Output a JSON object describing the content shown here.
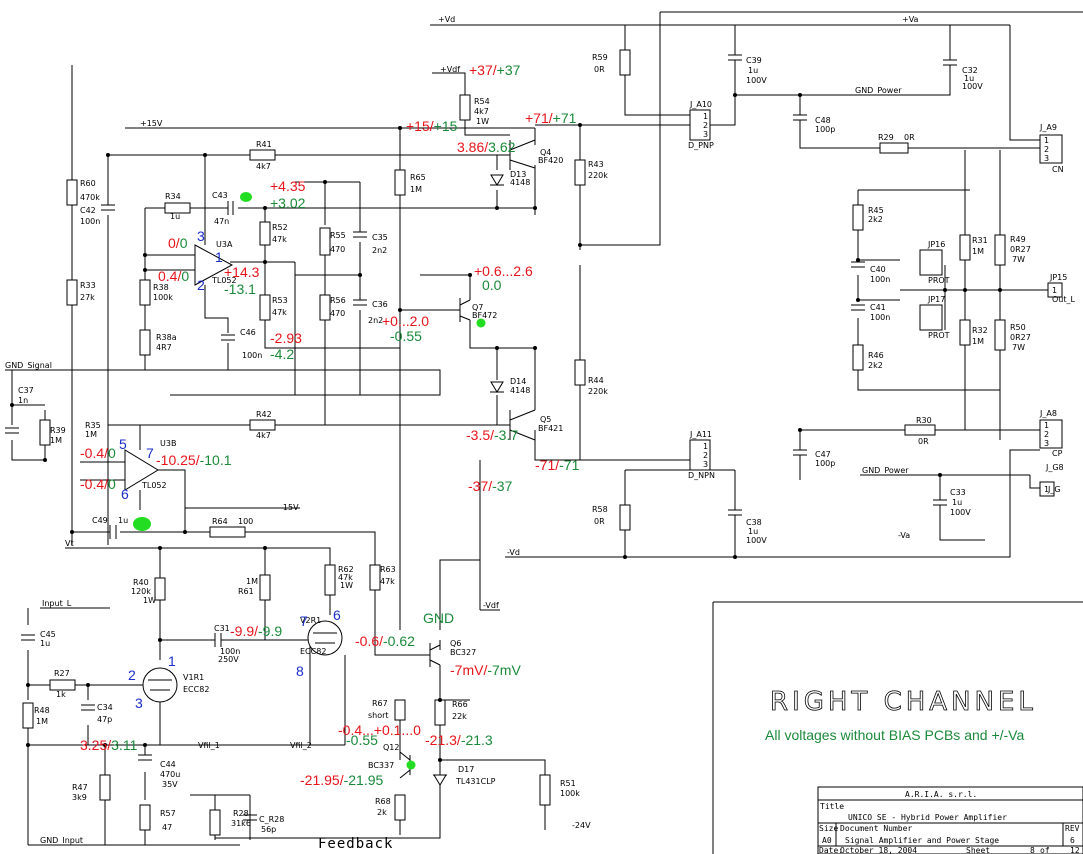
{
  "nets": {
    "vd_pos": "+Vd",
    "va_pos": "+Va",
    "vdf_pos": "+Vdf",
    "p15v": "+15V",
    "gnd_power_top": "GND_Power",
    "gnd_signal": "GND_Signal",
    "m15v": "-15V",
    "vt": "Vt",
    "input_l": "Input_L",
    "gnd_input": "GND_Input",
    "vd_neg": "-Vd",
    "vdf_neg": "-Vdf",
    "gnd_power_bot": "GND_Power",
    "va_neg": "-Va",
    "m24v": "-24V",
    "vfil1": "Vfil_1",
    "vfil2": "Vfil_2",
    "out_l": "Out_L"
  },
  "components": {
    "r59": [
      "R59",
      "0R"
    ],
    "c39": [
      "C39",
      "1u",
      "100V"
    ],
    "c32": [
      "C32",
      "1u",
      "100V"
    ],
    "j_a10": [
      "J_A10",
      "D_PNP"
    ],
    "j_a9": [
      "J_A9",
      "CN"
    ],
    "c48": [
      "C48",
      "100p"
    ],
    "r29": [
      "R29",
      "0R"
    ],
    "r54": [
      "R54",
      "4k7",
      "1W"
    ],
    "r60": [
      "R60",
      "470k"
    ],
    "c42": [
      "C42",
      "100n"
    ],
    "r41": [
      "R41",
      "4k7"
    ],
    "r34": [
      "R34",
      "1u"
    ],
    "c43": [
      "C43",
      "47n"
    ],
    "r65": [
      "R65",
      "1M"
    ],
    "q4": [
      "Q4",
      "BF420"
    ],
    "d13": [
      "D13",
      "4148"
    ],
    "r43": [
      "R43",
      "220k"
    ],
    "r52": [
      "R52",
      "47k"
    ],
    "u3a": [
      "U3A",
      "TL052"
    ],
    "r55": [
      "R55",
      "470"
    ],
    "c35": [
      "C35",
      "2n2"
    ],
    "r38": [
      "R38",
      "100k"
    ],
    "r33": [
      "R33",
      "27k"
    ],
    "r53": [
      "R53",
      "47k"
    ],
    "r56": [
      "R56",
      "470"
    ],
    "c36": [
      "C36",
      "2n2"
    ],
    "q7": [
      "Q7",
      "BF472"
    ],
    "r38a": [
      "R38a",
      "4R7"
    ],
    "c46": [
      "C46",
      "100n"
    ],
    "r45": [
      "R45",
      "2k2"
    ],
    "jp16": [
      "JP16",
      "PROT"
    ],
    "r31": [
      "R31",
      "1M"
    ],
    "r49": [
      "R49",
      "0R27",
      "7W"
    ],
    "c40": [
      "C40",
      "100n"
    ],
    "c41": [
      "C41",
      "100n"
    ],
    "jp17": [
      "JP17",
      "PROT"
    ],
    "r32": [
      "R32",
      "1M"
    ],
    "r50": [
      "R50",
      "0R27",
      "7W"
    ],
    "r46": [
      "R46",
      "2k2"
    ],
    "jp15": [
      "JP15"
    ],
    "c37": [
      "C37",
      "1n"
    ],
    "r39": [
      "R39",
      "1M"
    ],
    "r35": [
      "R35",
      "1M"
    ],
    "d14": [
      "D14",
      "4148"
    ],
    "r44": [
      "R44",
      "220k"
    ],
    "r42": [
      "R42",
      "4k7"
    ],
    "q5": [
      "Q5",
      "BF421"
    ],
    "u3b": [
      "U3B",
      "TL052"
    ],
    "j_a11": [
      "J_A11",
      "D_NPN"
    ],
    "j_a8": [
      "J_A8",
      "CP"
    ],
    "r30": [
      "R30",
      "0R"
    ],
    "c47": [
      "C47",
      "100p"
    ],
    "j_g8": [
      "J_G8",
      "J_G"
    ],
    "c33": [
      "C33",
      "1u",
      "100V"
    ],
    "r58": [
      "R58",
      "0R"
    ],
    "c49": [
      "C49",
      "1u"
    ],
    "r64": [
      "R64",
      "100"
    ],
    "c38": [
      "C38",
      "1u",
      "100V"
    ],
    "r62": [
      "R62",
      "47k",
      "1W"
    ],
    "r63": [
      "R63",
      "47k"
    ],
    "r40": [
      "R40",
      "120k",
      "1W"
    ],
    "r61": [
      "R61",
      "1M"
    ],
    "c31": [
      "C31",
      "100n",
      "250V"
    ],
    "v2": [
      "V2R1",
      "ECC82"
    ],
    "q6": [
      "Q6",
      "BC327"
    ],
    "c45": [
      "C45",
      "1u"
    ],
    "r27": [
      "R27",
      "1k"
    ],
    "v1": [
      "V1R1",
      "ECC82"
    ],
    "r48": [
      "R48",
      "1M"
    ],
    "c34": [
      "C34",
      "47p"
    ],
    "r67": [
      "R67",
      "short"
    ],
    "r66": [
      "R66",
      "22k"
    ],
    "q12": [
      "Q12",
      "BC337"
    ],
    "d17": [
      "D17",
      "TL431CLP"
    ],
    "r51": [
      "R51",
      "100k"
    ],
    "r47": [
      "R47",
      "3k9"
    ],
    "c44": [
      "C44",
      "470u",
      "35V"
    ],
    "r57": [
      "R57",
      "47"
    ],
    "r28": [
      "R28",
      "31k6"
    ],
    "c_r28": [
      "C_R28",
      "56p"
    ],
    "r68": [
      "R68",
      "2k"
    ]
  },
  "annotations": {
    "v_vdf": [
      "+37/",
      "+37"
    ],
    "v_15": [
      "+15/",
      "+15"
    ],
    "v_71": [
      "+71/",
      "+71"
    ],
    "v_q4b": [
      "3.86/",
      "3.62"
    ],
    "v_435": [
      "+4.35",
      "+3.02"
    ],
    "v_in_pos": [
      "0/",
      "0"
    ],
    "v_in_neg": [
      "0.4/",
      "0"
    ],
    "v_u3a_out": [
      "+14.3",
      "-13.1"
    ],
    "v_q7e": [
      "+0.6...2.6",
      "0.0"
    ],
    "v_293": [
      "-2.93",
      "-4.2"
    ],
    "v_q7c": [
      "+0...2.0",
      "-0.55"
    ],
    "v_q5b": [
      "-3.5/",
      "-3.7"
    ],
    "v_m71": [
      "-71/",
      "-71"
    ],
    "v_m37": [
      "-37/",
      "-37"
    ],
    "v_u3b_p": [
      "-0.4/",
      "0"
    ],
    "v_u3b_n": [
      "-0.4/",
      "0"
    ],
    "v_u3b_out": [
      "-10.25/",
      "-10.1"
    ],
    "v_99": [
      "-9.9/",
      "-9.9"
    ],
    "v_06": [
      "-0.6/",
      "-0.62"
    ],
    "v_7mv": [
      "-7mV/",
      "-7mV"
    ],
    "v_04": [
      "-0.4...+0.1...0",
      "-0.55"
    ],
    "v_213": [
      "-21.3/",
      "-21.3"
    ],
    "v_2195": [
      "-21.95/",
      "-21.95"
    ],
    "v_325": [
      "3.25/",
      "3.11"
    ],
    "gnd": "GND",
    "pins": {
      "p3": "3",
      "p1": "1",
      "p2": "2",
      "p5": "5",
      "p7": "7",
      "p6": "6",
      "v2_7": "7",
      "v2_6": "6",
      "v2_8": "8",
      "v1_1": "1",
      "v1_2": "2",
      "v1_3": "3"
    }
  },
  "title": {
    "channel": "RIGHT CHANNEL",
    "note": "All voltages without BIAS PCBs and +/-Va",
    "feedback": "Feedback"
  },
  "title_block": {
    "company": "A.R.I.A. s.r.l.",
    "title_label": "Title",
    "title_value": "UNICO SE - Hybrid Power Amplifier",
    "size_label": "Size",
    "docnum_label": "Document Number",
    "rev_label": "REV",
    "size_value": "A0",
    "doc_value": "Signal Amplifier and Power Stage",
    "rev_value": "6",
    "date_label": "Date:",
    "date_value": "October 18, 2004",
    "sheet_label": "Sheet",
    "sheet_value": "8",
    "of_label": "of",
    "of_value": "12"
  },
  "markers": [
    "c43",
    "c49",
    "q7",
    "q12"
  ]
}
